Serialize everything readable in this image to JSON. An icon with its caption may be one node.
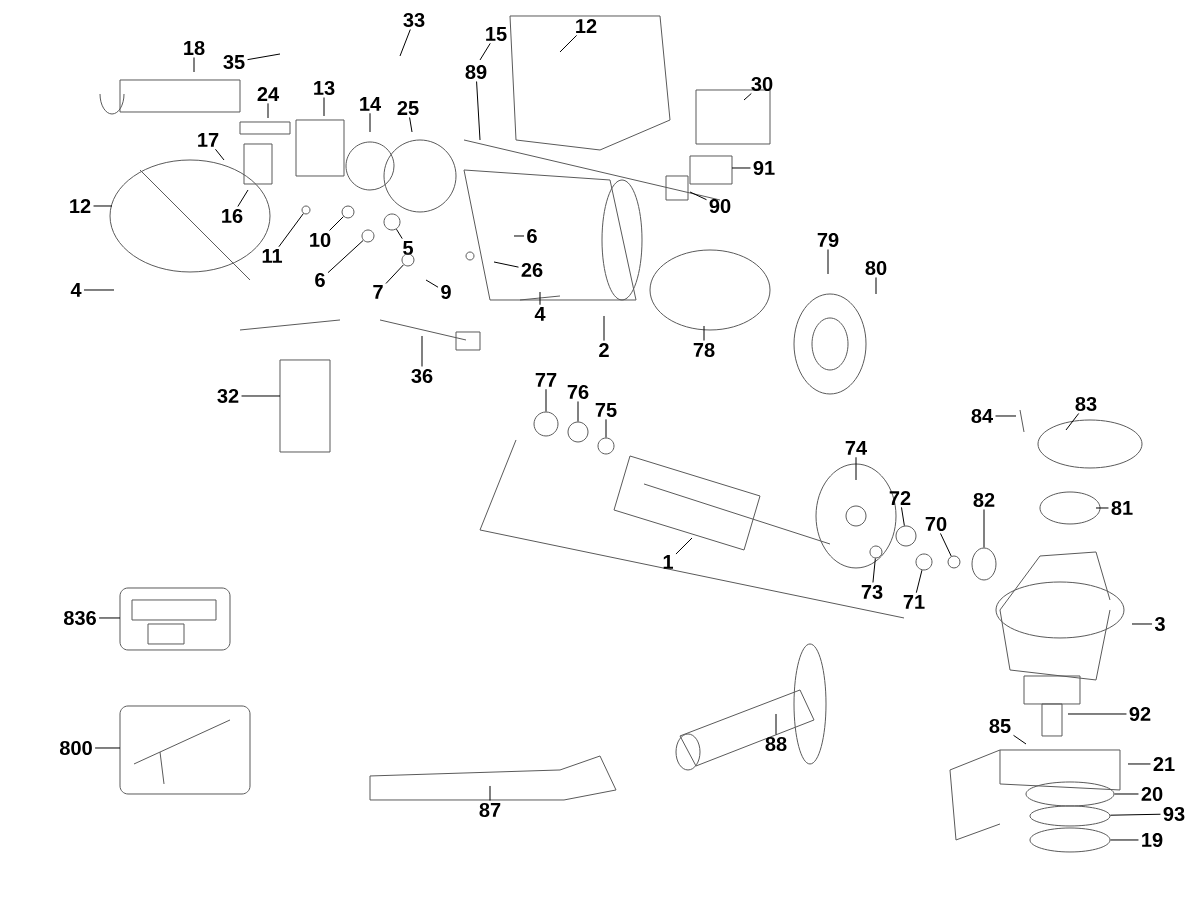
{
  "diagram": {
    "nodes": [
      {
        "text": [
          "33"
        ]
      },
      {
        "text": [
          "15"
        ]
      },
      {
        "text": [
          "12"
        ]
      },
      {
        "text": [
          "18"
        ]
      },
      {
        "text": [
          "35"
        ]
      },
      {
        "text": [
          "13"
        ]
      },
      {
        "text": [
          "14"
        ]
      },
      {
        "text": [
          "24"
        ]
      },
      {
        "text": [
          "25"
        ]
      },
      {
        "text": [
          "89"
        ]
      },
      {
        "text": [
          "30"
        ]
      },
      {
        "text": [
          "17"
        ]
      },
      {
        "text": [
          "91"
        ]
      },
      {
        "text": [
          "12"
        ]
      },
      {
        "text": [
          "16"
        ]
      },
      {
        "text": [
          "90"
        ]
      },
      {
        "text": [
          "11"
        ]
      },
      {
        "text": [
          "10"
        ]
      },
      {
        "text": [
          "6"
        ]
      },
      {
        "text": [
          "5"
        ]
      },
      {
        "text": [
          "6"
        ]
      },
      {
        "text": [
          "26"
        ]
      },
      {
        "text": [
          "79"
        ]
      },
      {
        "text": [
          "80"
        ]
      },
      {
        "text": [
          "4"
        ]
      },
      {
        "text": [
          "7"
        ]
      },
      {
        "text": [
          "9"
        ]
      },
      {
        "text": [
          "4"
        ]
      },
      {
        "text": [
          "2"
        ]
      },
      {
        "text": [
          "78"
        ]
      },
      {
        "text": [
          "36"
        ]
      },
      {
        "text": [
          "32"
        ]
      },
      {
        "text": [
          "84"
        ]
      },
      {
        "text": [
          "83"
        ]
      },
      {
        "text": [
          "77"
        ]
      },
      {
        "text": [
          "76"
        ]
      },
      {
        "text": [
          "75"
        ]
      },
      {
        "text": [
          "74"
        ]
      },
      {
        "text": [
          "81"
        ]
      },
      {
        "text": [
          "72"
        ]
      },
      {
        "text": [
          "82"
        ]
      },
      {
        "text": [
          "70"
        ]
      },
      {
        "text": [
          "73"
        ]
      },
      {
        "text": [
          "71"
        ]
      },
      {
        "text": [
          "1"
        ]
      },
      {
        "text": [
          "3"
        ]
      },
      {
        "text": [
          "836"
        ]
      },
      {
        "text": [
          "92"
        ]
      },
      {
        "text": [
          "85"
        ]
      },
      {
        "text": [
          "800"
        ]
      },
      {
        "text": [
          "88"
        ]
      },
      {
        "text": [
          "21"
        ]
      },
      {
        "text": [
          "87"
        ]
      },
      {
        "text": [
          "20"
        ]
      },
      {
        "text": [
          "93"
        ]
      },
      {
        "text": [
          "19"
        ]
      },
      {
        "text": [],
        "shape": "circle"
      },
      {
        "text": [],
        "shape": "circle"
      },
      {
        "text": [],
        "shape": "circle"
      },
      {
        "text": [],
        "shape": "circle"
      },
      {
        "text": [],
        "shape": "circle"
      },
      {
        "text": [],
        "shape": "circle"
      },
      {
        "text": [],
        "shape": "circle"
      },
      {
        "text": [],
        "shape": "circle"
      },
      {
        "text": [],
        "shape": "circle"
      },
      {
        "text": [],
        "shape": "circle"
      },
      {
        "text": [],
        "shape": "circle"
      },
      {
        "text": [],
        "shape": "circle"
      },
      {
        "text": [],
        "shape": "circle"
      },
      {
        "text": [],
        "shape": "circle"
      },
      {
        "text": [],
        "shape": "circle"
      },
      {
        "text": [],
        "shape": "circle"
      }
    ],
    "edges": [
      {
        "from": 0,
        "to": null,
        "arrow": "none"
      },
      {
        "from": 1,
        "to": null,
        "arrow": "none"
      },
      {
        "from": 2,
        "to": null,
        "arrow": "none"
      },
      {
        "from": 3,
        "to": null,
        "arrow": "none"
      },
      {
        "from": 4,
        "to": null,
        "arrow": "none"
      },
      {
        "from": 5,
        "to": null,
        "arrow": "none"
      },
      {
        "from": 6,
        "to": null,
        "arrow": "none"
      },
      {
        "from": 7,
        "to": null,
        "arrow": "none"
      },
      {
        "from": 8,
        "to": null,
        "arrow": "none"
      },
      {
        "from": 9,
        "to": null,
        "arrow": "none"
      },
      {
        "from": 10,
        "to": null,
        "arrow": "none"
      },
      {
        "from": 11,
        "to": null,
        "arrow": "none"
      },
      {
        "from": 12,
        "to": null,
        "arrow": "none"
      },
      {
        "from": 13,
        "to": null,
        "arrow": "none"
      },
      {
        "from": 14,
        "to": null,
        "arrow": "none"
      },
      {
        "from": 15,
        "to": null,
        "arrow": "none"
      },
      {
        "from": 16,
        "to": 56,
        "arrow": "none"
      },
      {
        "from": 17,
        "to": 57,
        "arrow": "none"
      },
      {
        "from": 18,
        "to": null,
        "arrow": "none"
      },
      {
        "from": 19,
        "to": 58,
        "arrow": "none"
      },
      {
        "from": 20,
        "to": 59,
        "arrow": "none"
      },
      {
        "from": 21,
        "to": null,
        "arrow": "none"
      },
      {
        "from": 22,
        "to": null,
        "arrow": "none"
      },
      {
        "from": 23,
        "to": null,
        "arrow": "none"
      },
      {
        "from": 24,
        "to": null,
        "arrow": "none"
      },
      {
        "from": 25,
        "to": 60,
        "arrow": "none"
      },
      {
        "from": 26,
        "to": null,
        "arrow": "none"
      },
      {
        "from": 27,
        "to": null,
        "arrow": "none"
      },
      {
        "from": 28,
        "to": null,
        "arrow": "none"
      },
      {
        "from": 29,
        "to": null,
        "arrow": "none"
      },
      {
        "from": 30,
        "to": null,
        "arrow": "none"
      },
      {
        "from": 31,
        "to": null,
        "arrow": "none"
      },
      {
        "from": 32,
        "to": null,
        "arrow": "none"
      },
      {
        "from": 33,
        "to": null,
        "arrow": "none"
      },
      {
        "from": 34,
        "to": 61,
        "arrow": "none"
      },
      {
        "from": 35,
        "to": 62,
        "arrow": "none"
      },
      {
        "from": 36,
        "to": 63,
        "arrow": "none"
      },
      {
        "from": 37,
        "to": null,
        "arrow": "none"
      },
      {
        "from": 38,
        "to": null,
        "arrow": "none"
      },
      {
        "from": 39,
        "to": 64,
        "arrow": "none"
      },
      {
        "from": 40,
        "to": 68,
        "arrow": "none"
      },
      {
        "from": 41,
        "to": 67,
        "arrow": "none"
      },
      {
        "from": 42,
        "to": 65,
        "arrow": "none"
      },
      {
        "from": 43,
        "to": 66,
        "arrow": "none"
      },
      {
        "from": 44,
        "to": null,
        "arrow": "none"
      },
      {
        "from": 45,
        "to": null,
        "arrow": "none"
      },
      {
        "from": 46,
        "to": null,
        "arrow": "none"
      },
      {
        "from": 47,
        "to": null,
        "arrow": "none"
      },
      {
        "from": 48,
        "to": null,
        "arrow": "none"
      },
      {
        "from": 49,
        "to": null,
        "arrow": "none"
      },
      {
        "from": 50,
        "to": null,
        "arrow": "none"
      },
      {
        "from": 51,
        "to": null,
        "arrow": "none"
      },
      {
        "from": 52,
        "to": null,
        "arrow": "none"
      },
      {
        "from": 53,
        "to": 69,
        "arrow": "none"
      },
      {
        "from": 54,
        "to": 70,
        "arrow": "none"
      },
      {
        "from": 55,
        "to": 71,
        "arrow": "none"
      }
    ]
  }
}
